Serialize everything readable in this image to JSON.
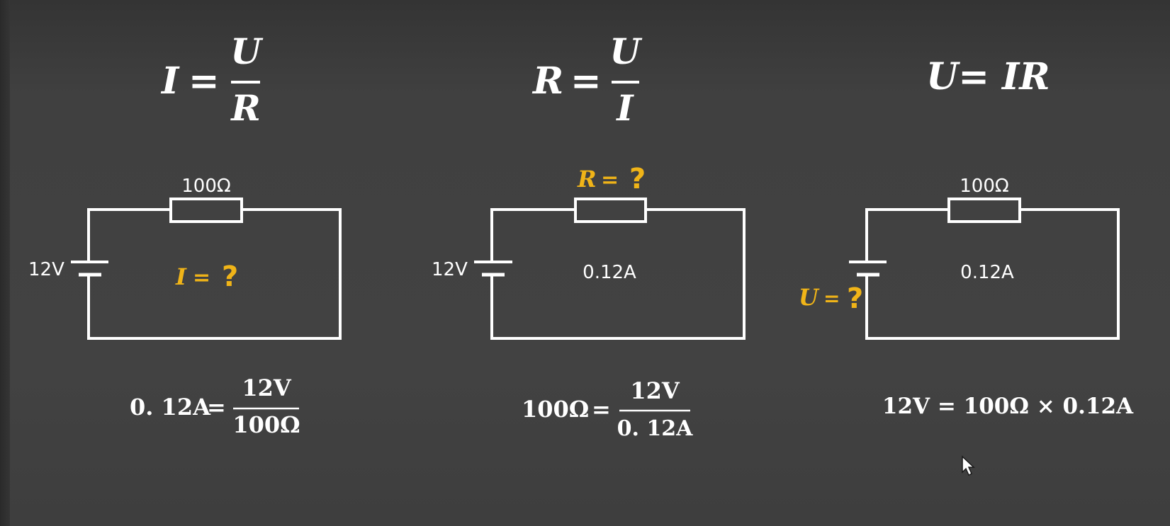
{
  "formulas": {
    "ohm_current": {
      "lhs": "I",
      "eq": "=",
      "num": "U",
      "den": "R"
    },
    "ohm_resistance": {
      "lhs": "R",
      "eq": "=",
      "num": "U",
      "den": "I"
    },
    "ohm_voltage": {
      "text": "U= IR"
    }
  },
  "circuits": [
    {
      "resistor_label": "100Ω",
      "source_label": "12V",
      "center_label": "",
      "unknown_label": "I",
      "unknown_eq": "=",
      "unknown_q": "?"
    },
    {
      "resistor_label": "",
      "source_label": "12V",
      "center_label": "0.12A",
      "unknown_label": "R",
      "unknown_eq": "=",
      "unknown_q": "?"
    },
    {
      "resistor_label": "100Ω",
      "source_label": "",
      "center_label": "0.12A",
      "unknown_label": "U",
      "unknown_eq": "=",
      "unknown_q": "?"
    }
  ],
  "calculations": {
    "current": {
      "lhs": "0. 12A",
      "eq": "=",
      "num": "12V",
      "den": "100Ω"
    },
    "resistance": {
      "lhs": "100Ω",
      "eq": "=",
      "num": "12V",
      "den": "0. 12A"
    },
    "voltage": {
      "text": "12V = 100Ω × 0.12A"
    }
  },
  "colors": {
    "background": "#404040",
    "foreground": "#ffffff",
    "highlight": "#f0b418"
  },
  "icons": {
    "cursor": "mouse-pointer-icon"
  }
}
